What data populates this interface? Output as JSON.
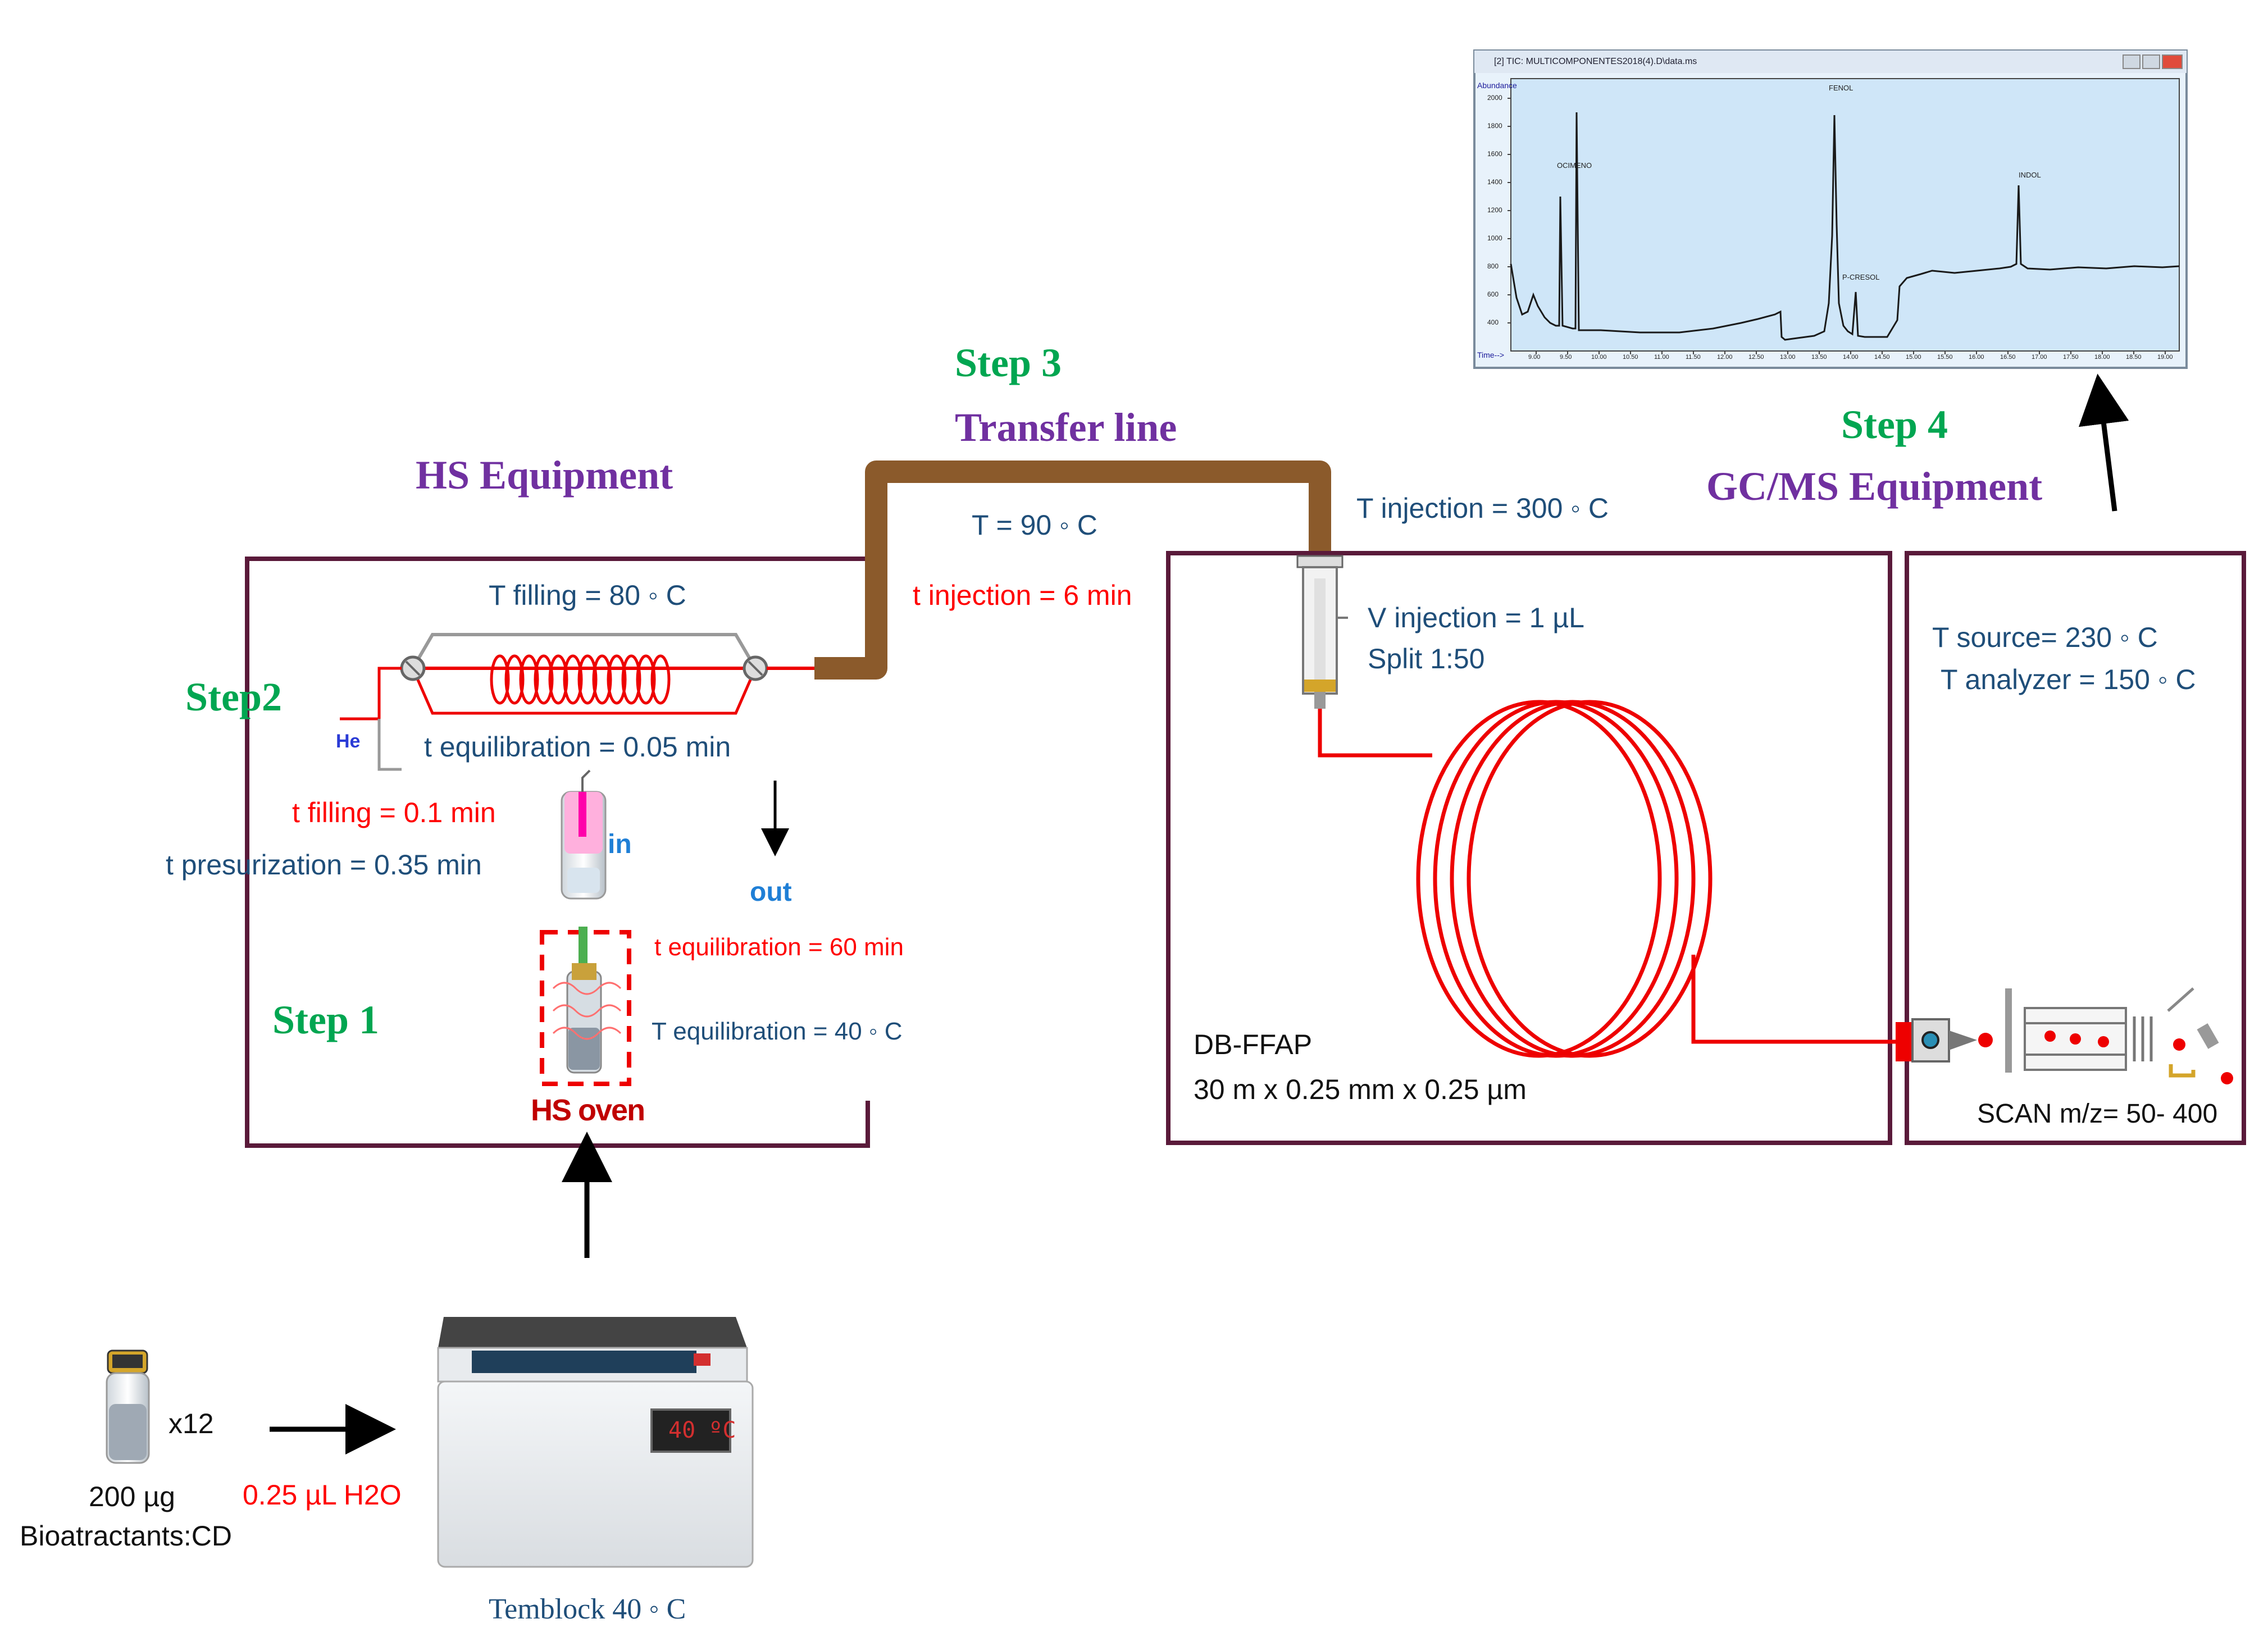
{
  "steps": {
    "step1": "Step 1",
    "step2": "Step2",
    "step3": "Step 3",
    "step4": "Step 4"
  },
  "headings": {
    "hs_equipment": "HS Equipment",
    "transfer_line": "Transfer line",
    "gcms_equipment": "GC/MS Equipment"
  },
  "hs": {
    "t_filling_temp": "T filling = 80 ◦ C",
    "he_label": "He",
    "t_equilibration_short": "t equilibration = 0.05 min",
    "t_filling_time": "t filling = 0.1 min",
    "t_presurization": "t presurization = 0.35 min",
    "in_label": "in",
    "out_label": "out",
    "t_equilibration_long": "t equilibration = 60 min",
    "T_equilibration": "T equilibration = 40 ◦ C",
    "hs_oven": "HS oven"
  },
  "transfer": {
    "temp": "T = 90 ◦ C",
    "t_injection": "t injection = 6 min"
  },
  "gc": {
    "T_injection": "T injection = 300 ◦ C",
    "V_injection": "V injection = 1 µL",
    "split": "Split 1:50",
    "column_name": "DB-FFAP",
    "column_dims": "30 m x 0.25 mm x 0.25 µm"
  },
  "ms": {
    "T_source": "T source= 230 ◦ C",
    "T_analyzer": "T analyzer = 150 ◦ C",
    "scan": "SCAN m/z= 50- 400"
  },
  "sample": {
    "multiplier": "x12",
    "mass": "200 µg",
    "name": "Bioatractants:CD",
    "water": "0.25 µL H2O",
    "temblock": "Temblock 40 ◦ C",
    "display": "40 ºC"
  },
  "chromatogram": {
    "window_title": "[2] TIC: MULTICOMPONENTES2018(4).D\\data.ms",
    "ylabel": "Abundance",
    "xlabel": "Time-->",
    "peaks": [
      "OCIMENO",
      "FENOL",
      "P-CRESOL",
      "INDOL"
    ],
    "y_ticks": [
      "2000",
      "1800",
      "1600",
      "1400",
      "1200",
      "1000",
      "800",
      "600",
      "400"
    ],
    "x_ticks": [
      "9.00",
      "9.50",
      "10.00",
      "10.50",
      "11.00",
      "11.50",
      "12.00",
      "12.50",
      "13.00",
      "13.50",
      "14.00",
      "14.50",
      "15.00",
      "15.50",
      "16.00",
      "16.50",
      "17.00",
      "17.50",
      "18.00",
      "18.50",
      "19.00"
    ]
  },
  "colors": {
    "box_border": "#5a1a3a",
    "tubing": "#8b5a2b",
    "step_green": "#00a651",
    "heading_purple": "#7030a0",
    "param_blue": "#1f4e79",
    "param_red": "#ff0000"
  }
}
